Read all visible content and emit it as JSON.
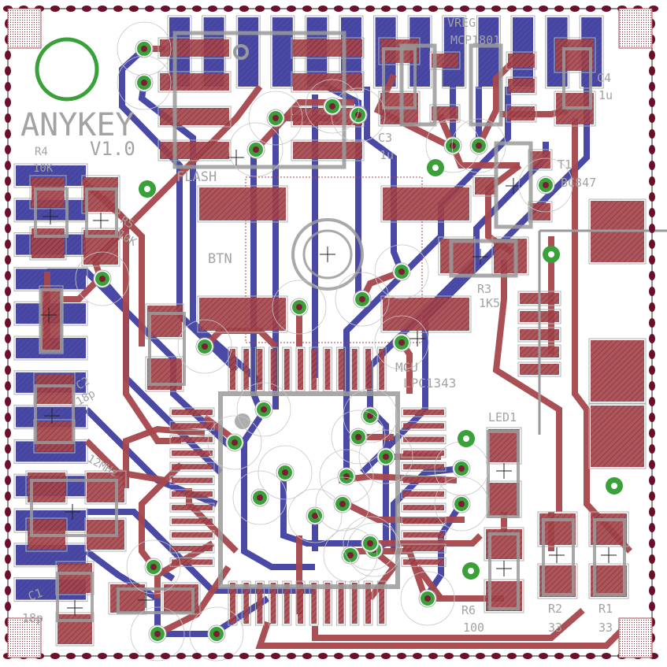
{
  "board": {
    "title": "ANYKEY",
    "version": "V1.0",
    "colors": {
      "top_copper": "#a5474c",
      "bottom_copper": "#4a4aa6",
      "via": "#3aa03a",
      "outline": "#9a9a9a",
      "border_dots": "#6e0f2a"
    }
  },
  "labels": {
    "r4": "R4",
    "r4_val": "10K",
    "r5": "R5",
    "r5_val": "10K",
    "flash": "FLASH",
    "btn": "BTN",
    "c3": "C3",
    "c3_val": "1u",
    "c4": "C4",
    "c4_val": "1u",
    "vreg": "VREG",
    "vreg_val": "MCP1801",
    "t1": "T1",
    "t1_val": "BC847",
    "r3": "R3",
    "r3_val": "1K5",
    "mcu": "MCU",
    "mcu_val": "LPC1343",
    "led1": "LED1",
    "r6": "R6",
    "r6_val": "100",
    "r2": "R2",
    "r2_val": "33",
    "r1": "R1",
    "r1_val": "33",
    "c1": "C1",
    "c1_val": "18p",
    "c2": "C2",
    "c2_val": "18p",
    "q1_val": "12MHz"
  }
}
